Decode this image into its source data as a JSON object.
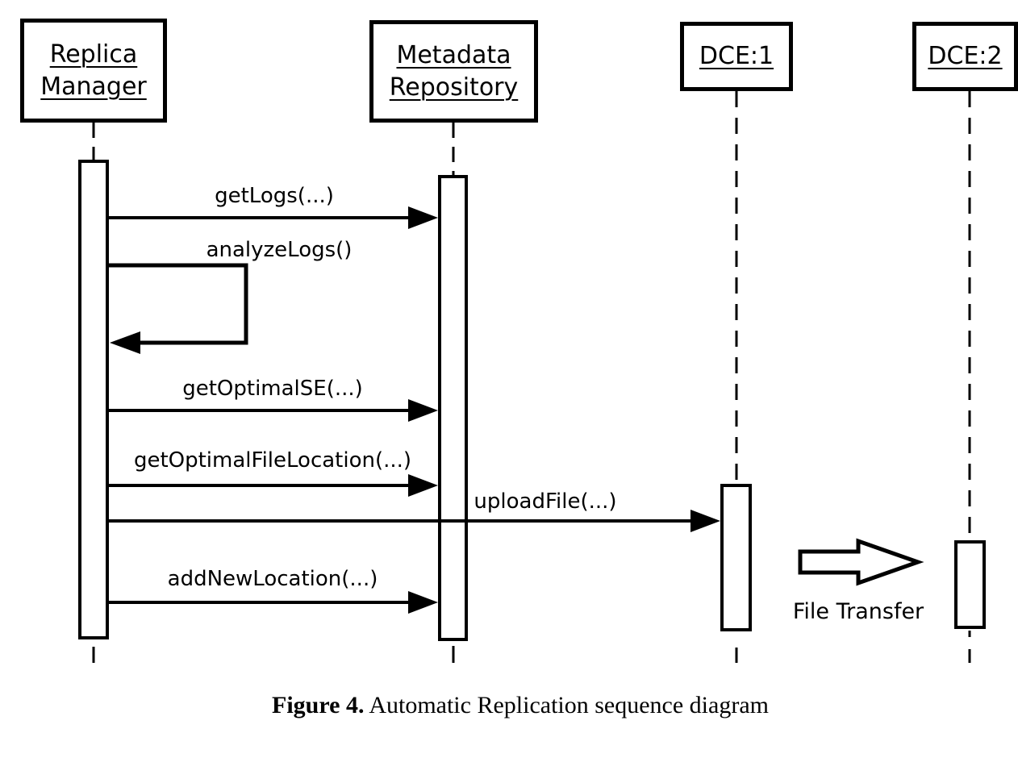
{
  "colors": {
    "ink": "#000000",
    "paper": "#ffffff"
  },
  "diagram": {
    "actors": {
      "replica_manager": {
        "line1": "Replica",
        "line2": "Manager"
      },
      "metadata_repository": {
        "line1": "Metadata",
        "line2": "Repository"
      },
      "dce1": {
        "label": "DCE:1"
      },
      "dce2": {
        "label": "DCE:2"
      }
    },
    "messages": {
      "get_logs": "getLogs(...)",
      "analyze_logs": "analyzeLogs()",
      "get_optimal_se": "getOptimalSE(...)",
      "get_optimal_file_location": "getOptimalFileLocation(...)",
      "upload_file": "uploadFile(...)",
      "add_new_location": "addNewLocation(...)"
    },
    "annotations": {
      "file_transfer": "File Transfer"
    },
    "caption": {
      "label": "Figure 4.",
      "text": "Automatic Replication sequence diagram"
    }
  }
}
